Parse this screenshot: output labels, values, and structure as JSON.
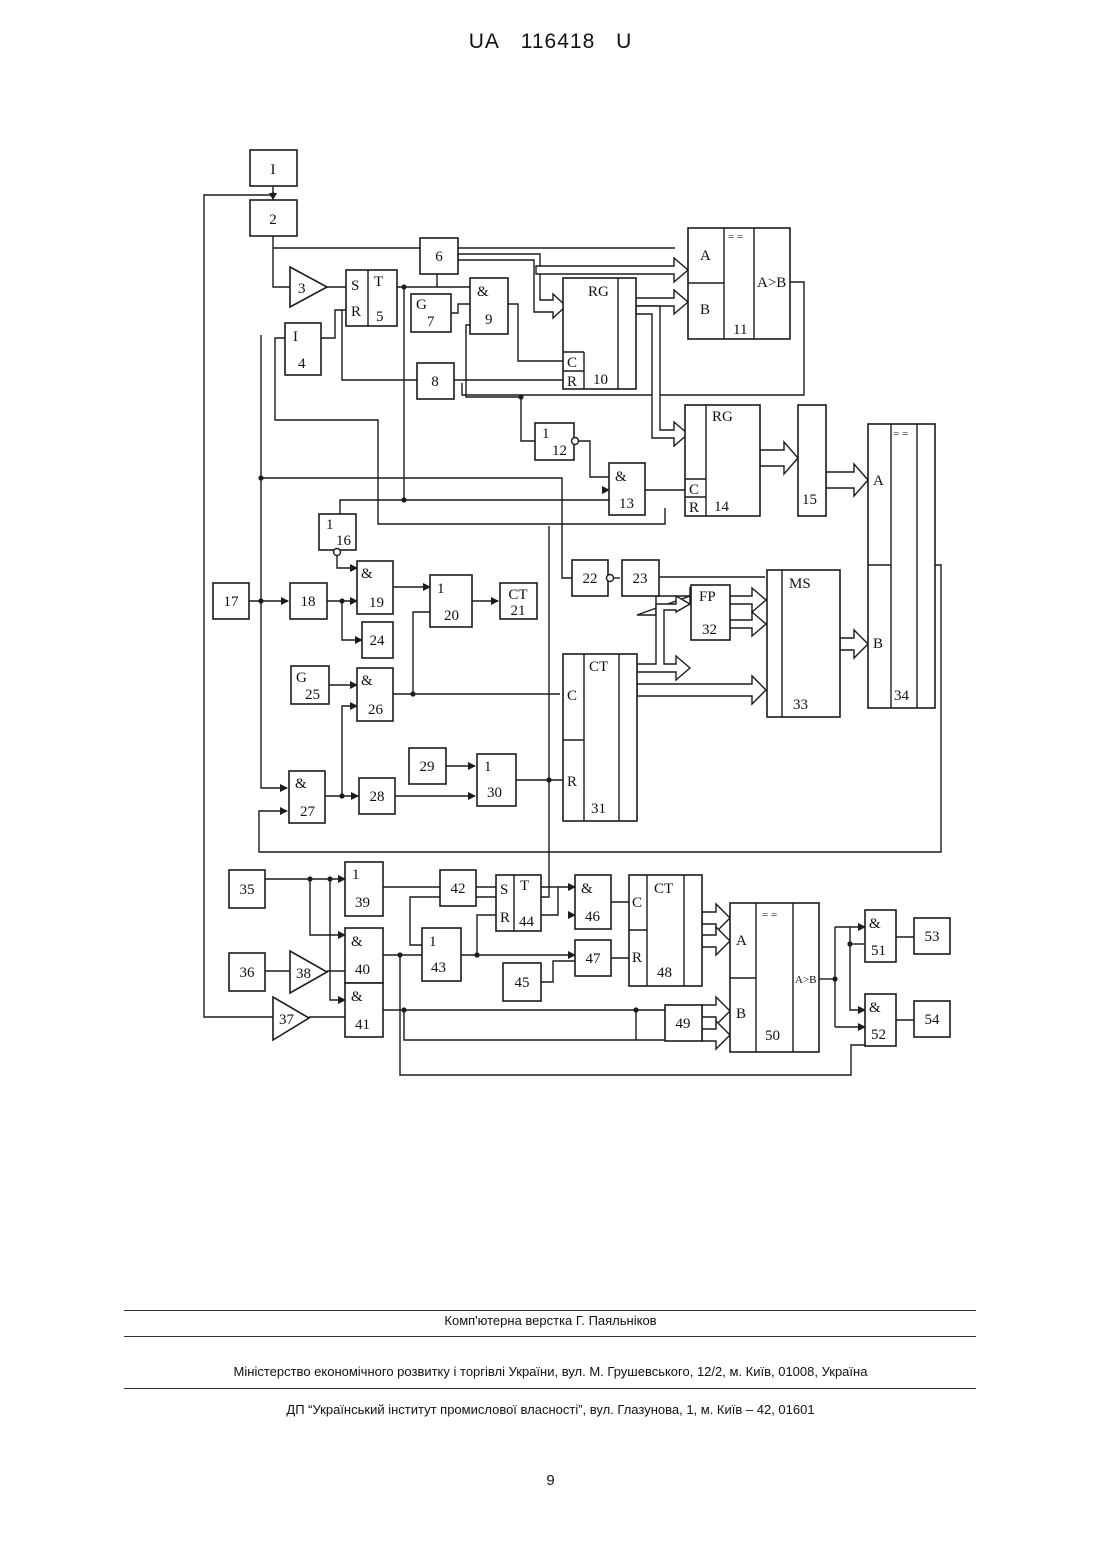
{
  "header": {
    "country": "UA",
    "number": "116418",
    "kind": "U"
  },
  "diagram": {
    "labels": {
      "b1": "I",
      "b2": "2",
      "b3": "3",
      "b4_top": "I",
      "b4": "4",
      "b5_s": "S",
      "b5_t": "T",
      "b5_r": "R",
      "b5": "5",
      "b6": "6",
      "b7_g": "G",
      "b7": "7",
      "b8": "8",
      "b9_and": "&",
      "b9": "9",
      "b10_rg": "RG",
      "b10_c": "C",
      "b10_r": "R",
      "b10": "10",
      "b11_a": "A",
      "b11_b": "B",
      "b11_eq": "= =",
      "b11_gt": "A>B",
      "b11": "11",
      "b12_one": "1",
      "b12": "12",
      "b13_and": "&",
      "b13": "13",
      "b14_rg": "RG",
      "b14_c": "C",
      "b14_r": "R",
      "b14": "14",
      "b15": "15",
      "b16_one": "1",
      "b16": "16",
      "b17": "17",
      "b18": "18",
      "b19_and": "&",
      "b19": "19",
      "b20_one": "1",
      "b20": "20",
      "b21_ct": "CT",
      "b21": "21",
      "b22": "22",
      "b23": "23",
      "b24": "24",
      "b25_g": "G",
      "b25": "25",
      "b26_and": "&",
      "b26": "26",
      "b27_and": "&",
      "b27": "27",
      "b28": "28",
      "b29": "29",
      "b30_one": "1",
      "b30": "30",
      "b31_ct": "CT",
      "b31_c": "C",
      "b31_r": "R",
      "b31": "31",
      "b32_fp": "FP",
      "b32": "32",
      "b33_ms": "MS",
      "b33": "33",
      "b34_a": "A",
      "b34_b": "B",
      "b34_eq": "= =",
      "b34": "34",
      "b35": "35",
      "b36": "36",
      "b37": "37",
      "b38": "38",
      "b39_one": "1",
      "b39": "39",
      "b40_and": "&",
      "b40": "40",
      "b41_and": "&",
      "b41": "41",
      "b42": "42",
      "b43_one": "1",
      "b43": "43",
      "b44_s": "S",
      "b44_t": "T",
      "b44_r": "R",
      "b44": "44",
      "b45": "45",
      "b46_and": "&",
      "b46": "46",
      "b47": "47",
      "b48_ct": "CT",
      "b48_c": "C",
      "b48_r": "R",
      "b48": "48",
      "b49": "49",
      "b50_a": "A",
      "b50_b": "B",
      "b50_eq": "= =",
      "b50_gt": "A>B",
      "b50": "50",
      "b51_and": "&",
      "b51": "51",
      "b52_and": "&",
      "b52": "52",
      "b53": "53",
      "b54": "54"
    }
  },
  "footer": {
    "typesetter": "Комп'ютерна верстка Г. Паяльніков",
    "ministry": "Міністерство економічного розвитку і торгівлі України, вул. М. Грушевського, 12/2, м. Київ, 01008, Україна",
    "institute": "ДП “Український інститут промислової власності”, вул. Глазунова, 1, м. Київ – 42, 01601",
    "page_number": "9"
  }
}
